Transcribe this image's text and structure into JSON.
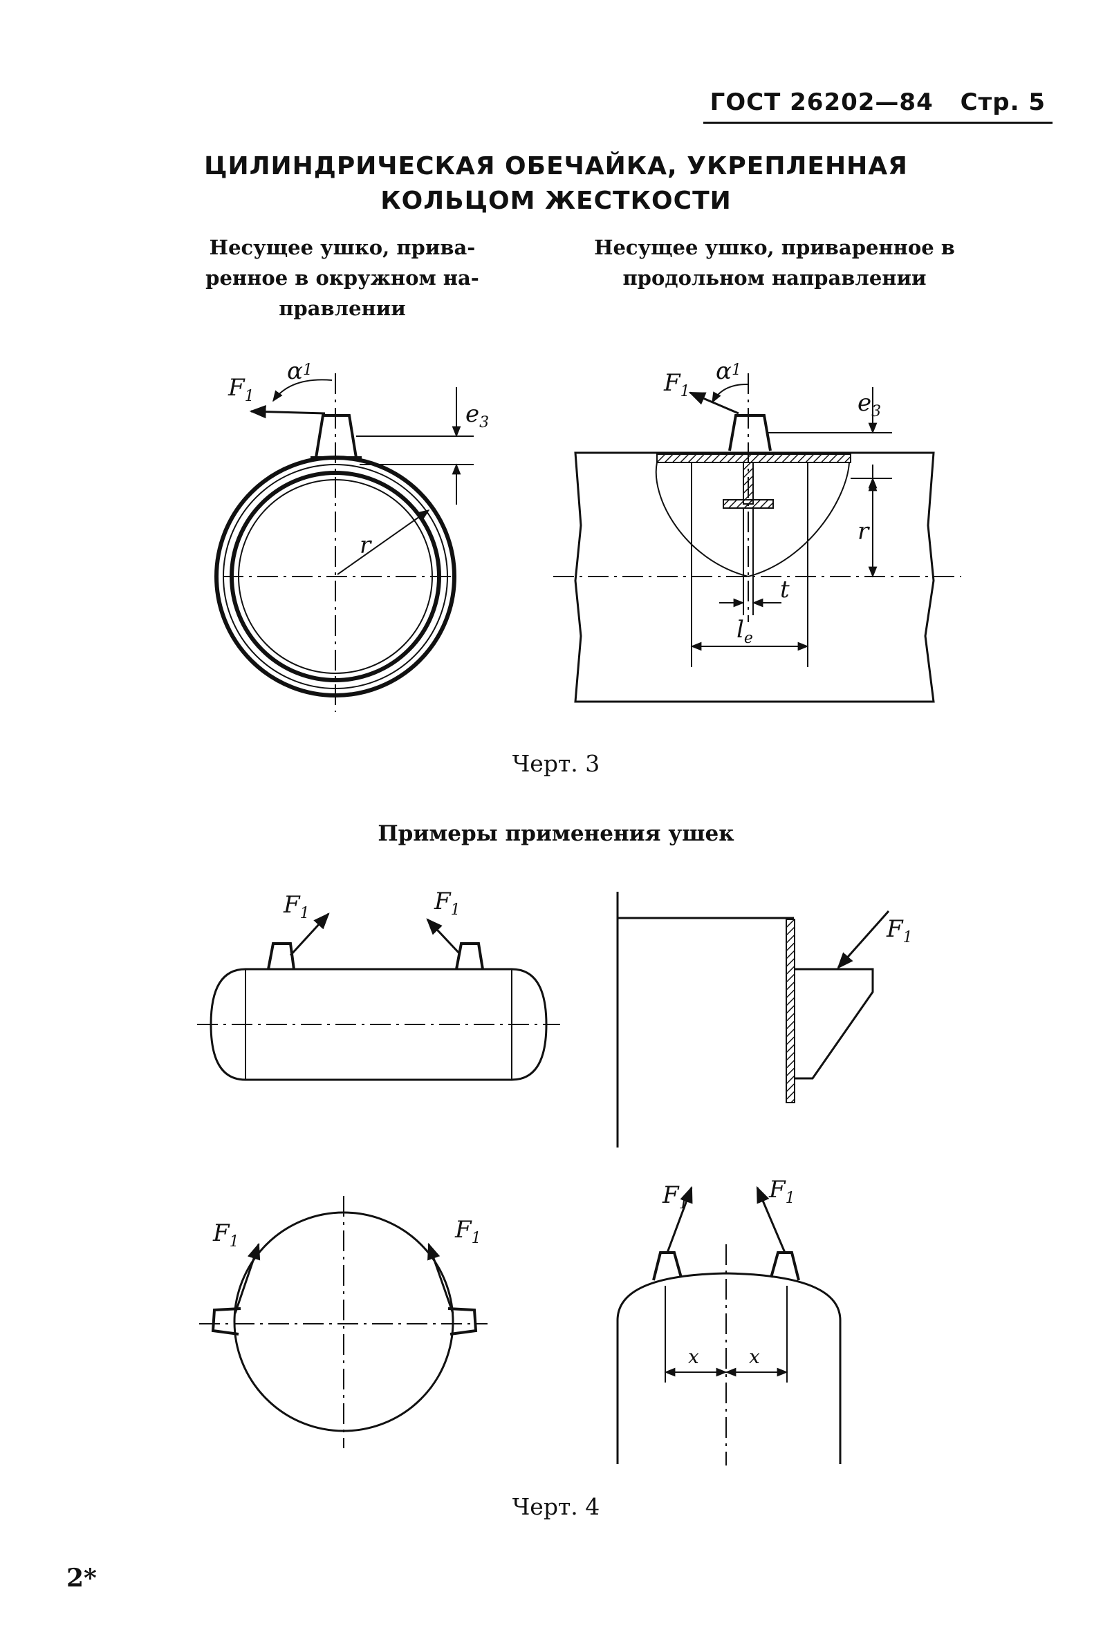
{
  "header": {
    "code": "ГОСТ 26202—84",
    "page": "Стр. 5"
  },
  "title": {
    "line1": "ЦИЛИНДРИЧЕСКАЯ ОБЕЧАЙКА, УКРЕПЛЕННАЯ",
    "line2": "КОЛЬЦОМ ЖЕСТКОСТИ"
  },
  "captions": {
    "left": {
      "line1": "Несущее ушко, прива-",
      "line2": "ренное в окружном на-",
      "line3": "правлении"
    },
    "right": {
      "line1": "Несущее ушко, приваренное в",
      "line2": "продольном направлении"
    }
  },
  "figure3": {
    "label": "Черт. 3",
    "labels": {
      "force": "F",
      "force_sub": "1",
      "alpha": "α",
      "alpha_sub": "1",
      "e": "e",
      "e_sub": "3",
      "r": "r",
      "t": "t",
      "l": "l",
      "l_sub": "e"
    }
  },
  "section_title": "Примеры применения ушек",
  "figure4": {
    "label": "Черт. 4",
    "labels": {
      "force": "F",
      "force_sub": "1",
      "x": "x"
    }
  },
  "footer": {
    "mark": "2*"
  }
}
